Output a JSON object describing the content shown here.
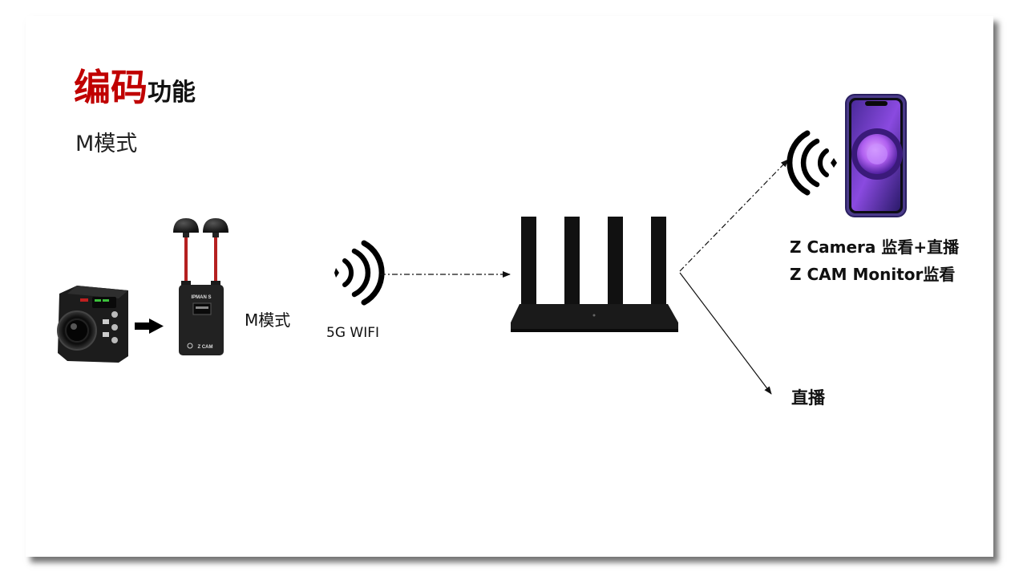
{
  "title": {
    "highlight": "编码",
    "rest": "功能"
  },
  "subtitle": "M模式",
  "transmitter": {
    "model": "IPMAN S",
    "brand": "Z CAM"
  },
  "labels": {
    "mode": "M模式",
    "wifi": "5G WIFI",
    "app_line1": "Z Camera 监看+直播",
    "app_line2": "Z CAM Monitor监看",
    "live": "直播"
  },
  "icons": [
    "camera-icon",
    "arrow-right-icon",
    "transmitter-icon",
    "wifi-signal-icon",
    "router-icon",
    "smartphone-icon"
  ],
  "colors": {
    "accent": "#c00000",
    "text": "#111111",
    "background": "#ffffff"
  }
}
